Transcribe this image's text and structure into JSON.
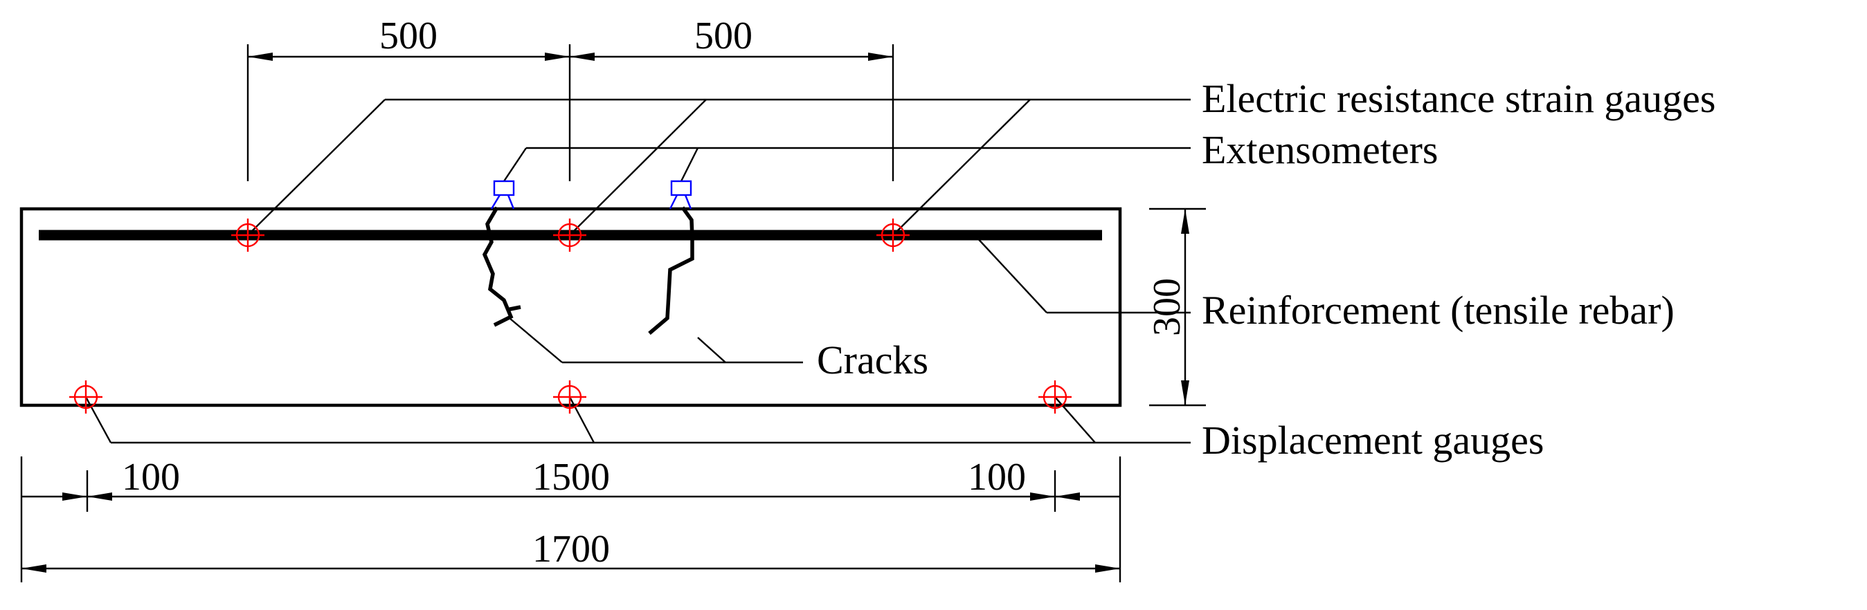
{
  "labels": {
    "strain_gauges": "Electric resistance strain gauges",
    "extensometers": "Extensometers",
    "reinforcement": "Reinforcement (tensile rebar)",
    "cracks": "Cracks",
    "displacement_gauges": "Displacement gauges"
  },
  "dimensions": {
    "top_left": "500",
    "top_right": "500",
    "height": "300",
    "edge_left": "100",
    "span": "1500",
    "edge_right": "100",
    "total": "1700"
  },
  "colors": {
    "beam": "#000000",
    "strain_gauge_marker": "#ff0000",
    "extensometer_marker": "#0000ff",
    "displacement_gauge_marker": "#ff0000"
  },
  "icons": {
    "strain_gauge": "crosshair-circle-icon",
    "extensometer": "clip-gauge-icon",
    "displacement_gauge": "crosshair-circle-icon"
  }
}
